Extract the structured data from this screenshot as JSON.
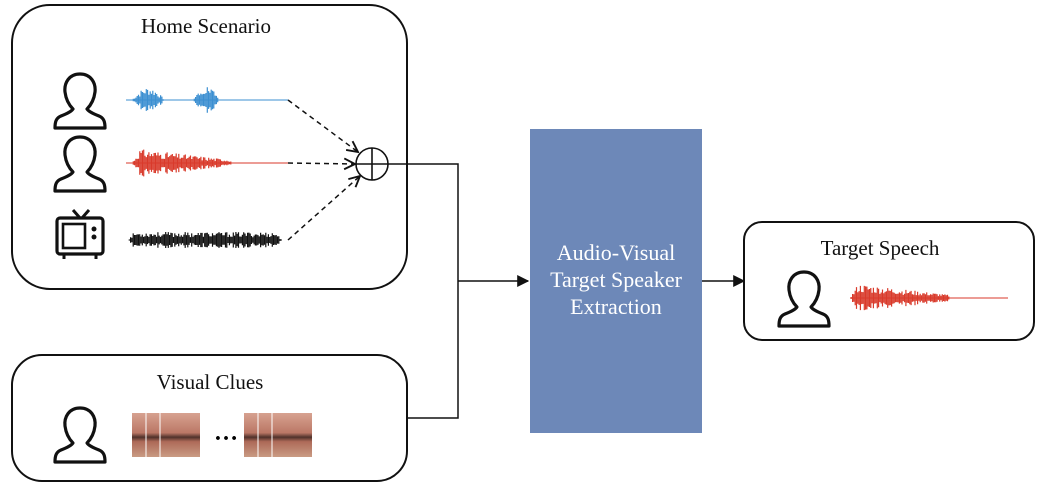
{
  "home_scenario": {
    "title": "Home Scenario",
    "sources": [
      {
        "icon": "person-icon",
        "waveform_color": "#3b8fd1"
      },
      {
        "icon": "person-icon",
        "waveform_color": "#d93a2b"
      },
      {
        "icon": "tv-icon",
        "waveform_color": "#111111"
      }
    ],
    "mixer_icon": "sum-circle-icon"
  },
  "visual_clues": {
    "title": "Visual Clues",
    "icon": "person-icon",
    "ellipsis": "…"
  },
  "extraction_block": {
    "lines": [
      "Audio-Visual",
      "Target Speaker",
      "Extraction"
    ],
    "color": "#6d88b8"
  },
  "target_speech": {
    "title": "Target Speech",
    "icon": "person-icon",
    "waveform_color": "#d93a2b"
  }
}
